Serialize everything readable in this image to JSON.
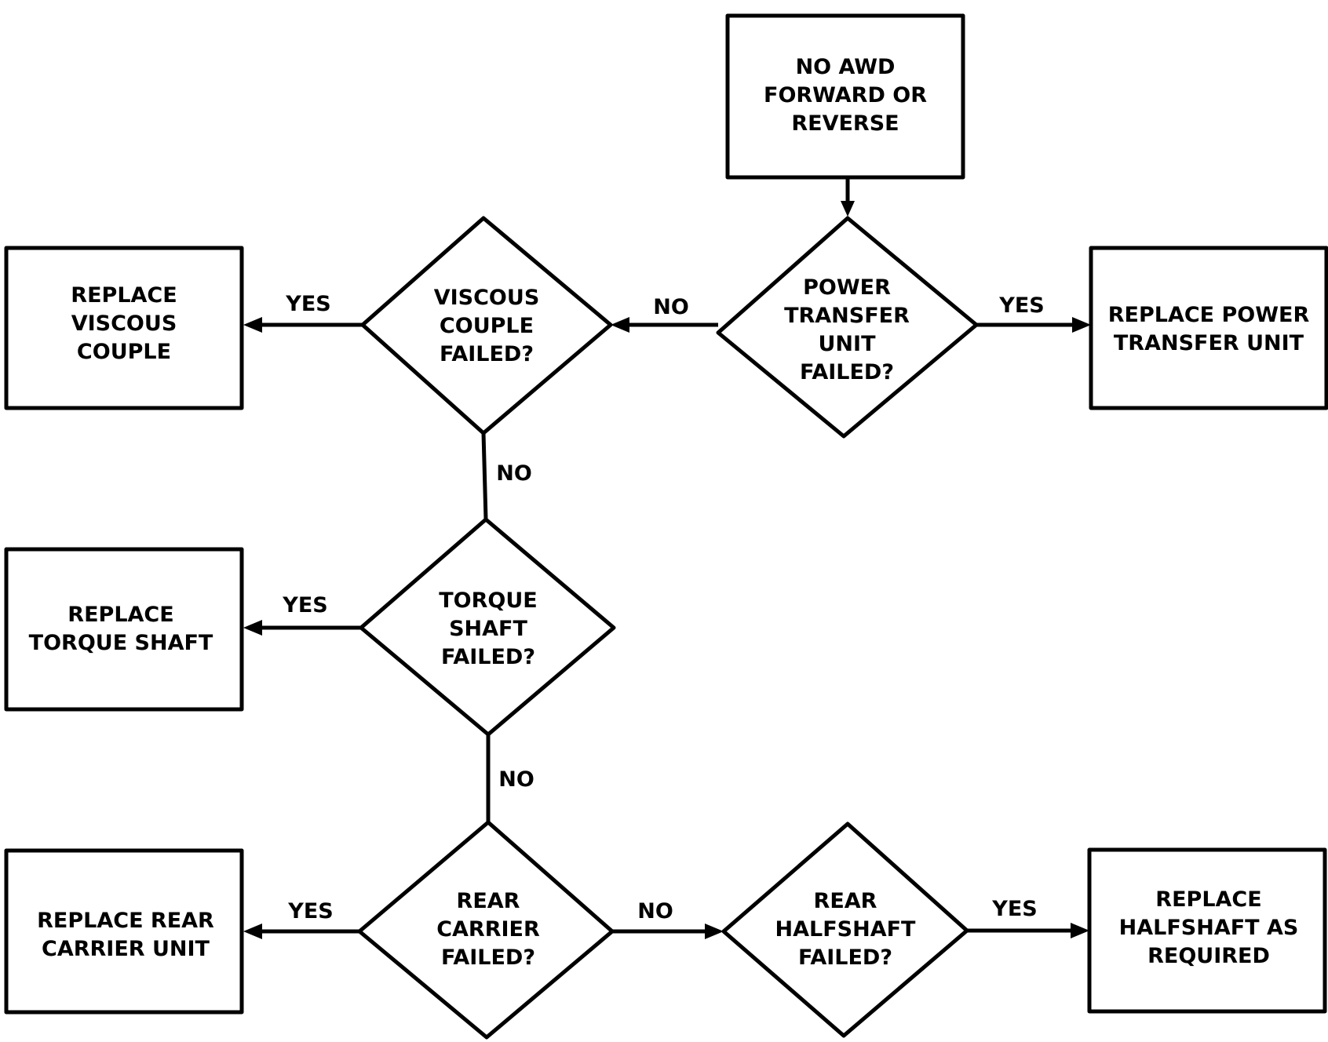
{
  "nodes": {
    "start": {
      "lines": [
        "NO AWD",
        "FORWARD OR",
        "REVERSE"
      ]
    },
    "ptu_failed": {
      "lines": [
        "POWER",
        "TRANSFER",
        "UNIT",
        "FAILED?"
      ]
    },
    "replace_ptu": {
      "lines": [
        "REPLACE POWER",
        "TRANSFER UNIT"
      ]
    },
    "viscous_failed": {
      "lines": [
        "VISCOUS",
        "COUPLE",
        "FAILED?"
      ]
    },
    "replace_viscous": {
      "lines": [
        "REPLACE",
        "VISCOUS",
        "COUPLE"
      ]
    },
    "torque_failed": {
      "lines": [
        "TORQUE",
        "SHAFT",
        "FAILED?"
      ]
    },
    "replace_torque": {
      "lines": [
        "REPLACE",
        "TORQUE SHAFT"
      ]
    },
    "carrier_failed": {
      "lines": [
        "REAR",
        "CARRIER",
        "FAILED?"
      ]
    },
    "replace_carrier": {
      "lines": [
        "REPLACE REAR",
        "CARRIER UNIT"
      ]
    },
    "halfshaft_failed": {
      "lines": [
        "REAR",
        "HALFSHAFT",
        "FAILED?"
      ]
    },
    "replace_halfshaft": {
      "lines": [
        "REPLACE",
        "HALFSHAFT AS",
        "REQUIRED"
      ]
    }
  },
  "edges": {
    "ptu_yes": "YES",
    "ptu_no": "NO",
    "viscous_yes": "YES",
    "viscous_no": "NO",
    "torque_yes": "YES",
    "torque_no": "NO",
    "carrier_yes": "YES",
    "carrier_no": "NO",
    "halfshaft_yes": "YES"
  }
}
